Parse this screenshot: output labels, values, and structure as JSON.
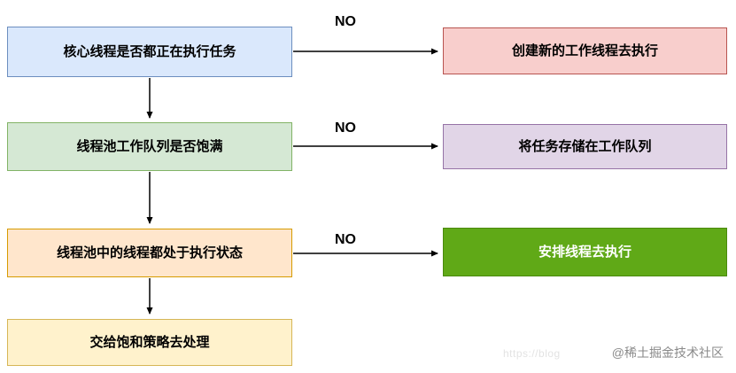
{
  "nodes": {
    "coreThreads": {
      "label": "核心线程是否都正在执行任务"
    },
    "queueFull": {
      "label": "线程池工作队列是否饱满"
    },
    "allExecuting": {
      "label": "线程池中的线程都处于执行状态"
    },
    "saturation": {
      "label": "交给饱和策略去处理"
    },
    "createWorker": {
      "label": "创建新的工作线程去执行"
    },
    "storeQueue": {
      "label": "将任务存储在工作队列"
    },
    "arrangeThread": {
      "label": "安排线程去执行"
    }
  },
  "edges": {
    "no1": "NO",
    "no2": "NO",
    "no3": "NO"
  },
  "watermark": {
    "handle": "@稀土掘金技术社区",
    "faint_text": "https://blog"
  },
  "colors": {
    "blue_fill": "#dae8fc",
    "blue_border": "#6c8ebf",
    "green_fill": "#d5e8d4",
    "green_border": "#82b366",
    "orange_fill": "#ffe6cc",
    "orange_border": "#d79b00",
    "yellow_fill": "#fff2cc",
    "yellow_border": "#d6b656",
    "red_fill": "#f8cecc",
    "red_border": "#b85450",
    "purple_fill": "#e1d5e7",
    "purple_border": "#9673a6",
    "solid_green_fill": "#60a917",
    "arrow_color": "#000000"
  }
}
